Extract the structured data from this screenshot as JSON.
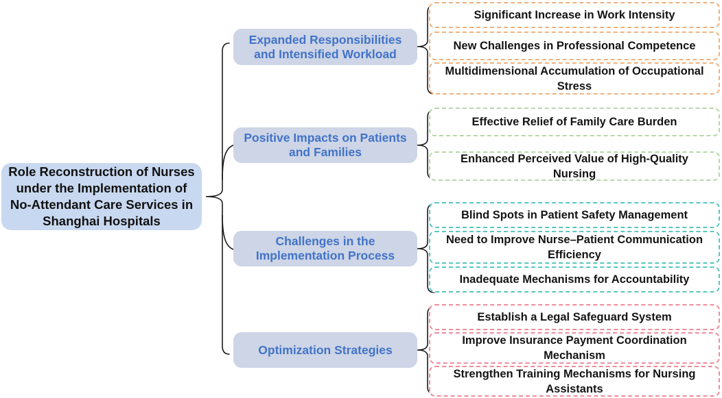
{
  "figure": {
    "type": "hierarchy-bracket-diagram",
    "background_color": "#ffffff",
    "connector_color": "#1a1a1a"
  },
  "root": {
    "label": "Role Reconstruction of Nurses under the Implementation of No-Attendant Care Services in Shanghai Hospitals",
    "fill_color": "#c8d8f0",
    "text_color": "#111111"
  },
  "category_style": {
    "fill_color": "#cdd5e6",
    "text_color": "#4273c8"
  },
  "branches": [
    {
      "label": "Expanded Responsibilities and Intensified Workload",
      "accent_color": "#f0b17e",
      "items": [
        "Significant Increase in Work Intensity",
        "New Challenges in Professional Competence",
        "Multidimensional Accumulation of Occupational Stress"
      ]
    },
    {
      "label": "Positive Impacts on Patients and Families",
      "accent_color": "#b6d7a8",
      "items": [
        "Effective Relief of Family Care Burden",
        "Enhanced Perceived Value of High-Quality Nursing"
      ]
    },
    {
      "label": "Challenges in the Implementation Process",
      "accent_color": "#58c6be",
      "items": [
        "Blind Spots in Patient Safety Management",
        "Need to Improve Nurse–Patient Communication Efficiency",
        "Inadequate Mechanisms for Accountability"
      ]
    },
    {
      "label": "Optimization Strategies",
      "accent_color": "#ee8c9a",
      "items": [
        "Establish a Legal Safeguard System",
        "Improve Insurance Payment Coordination Mechanism",
        "Strengthen Training Mechanisms for Nursing Assistants"
      ]
    }
  ]
}
